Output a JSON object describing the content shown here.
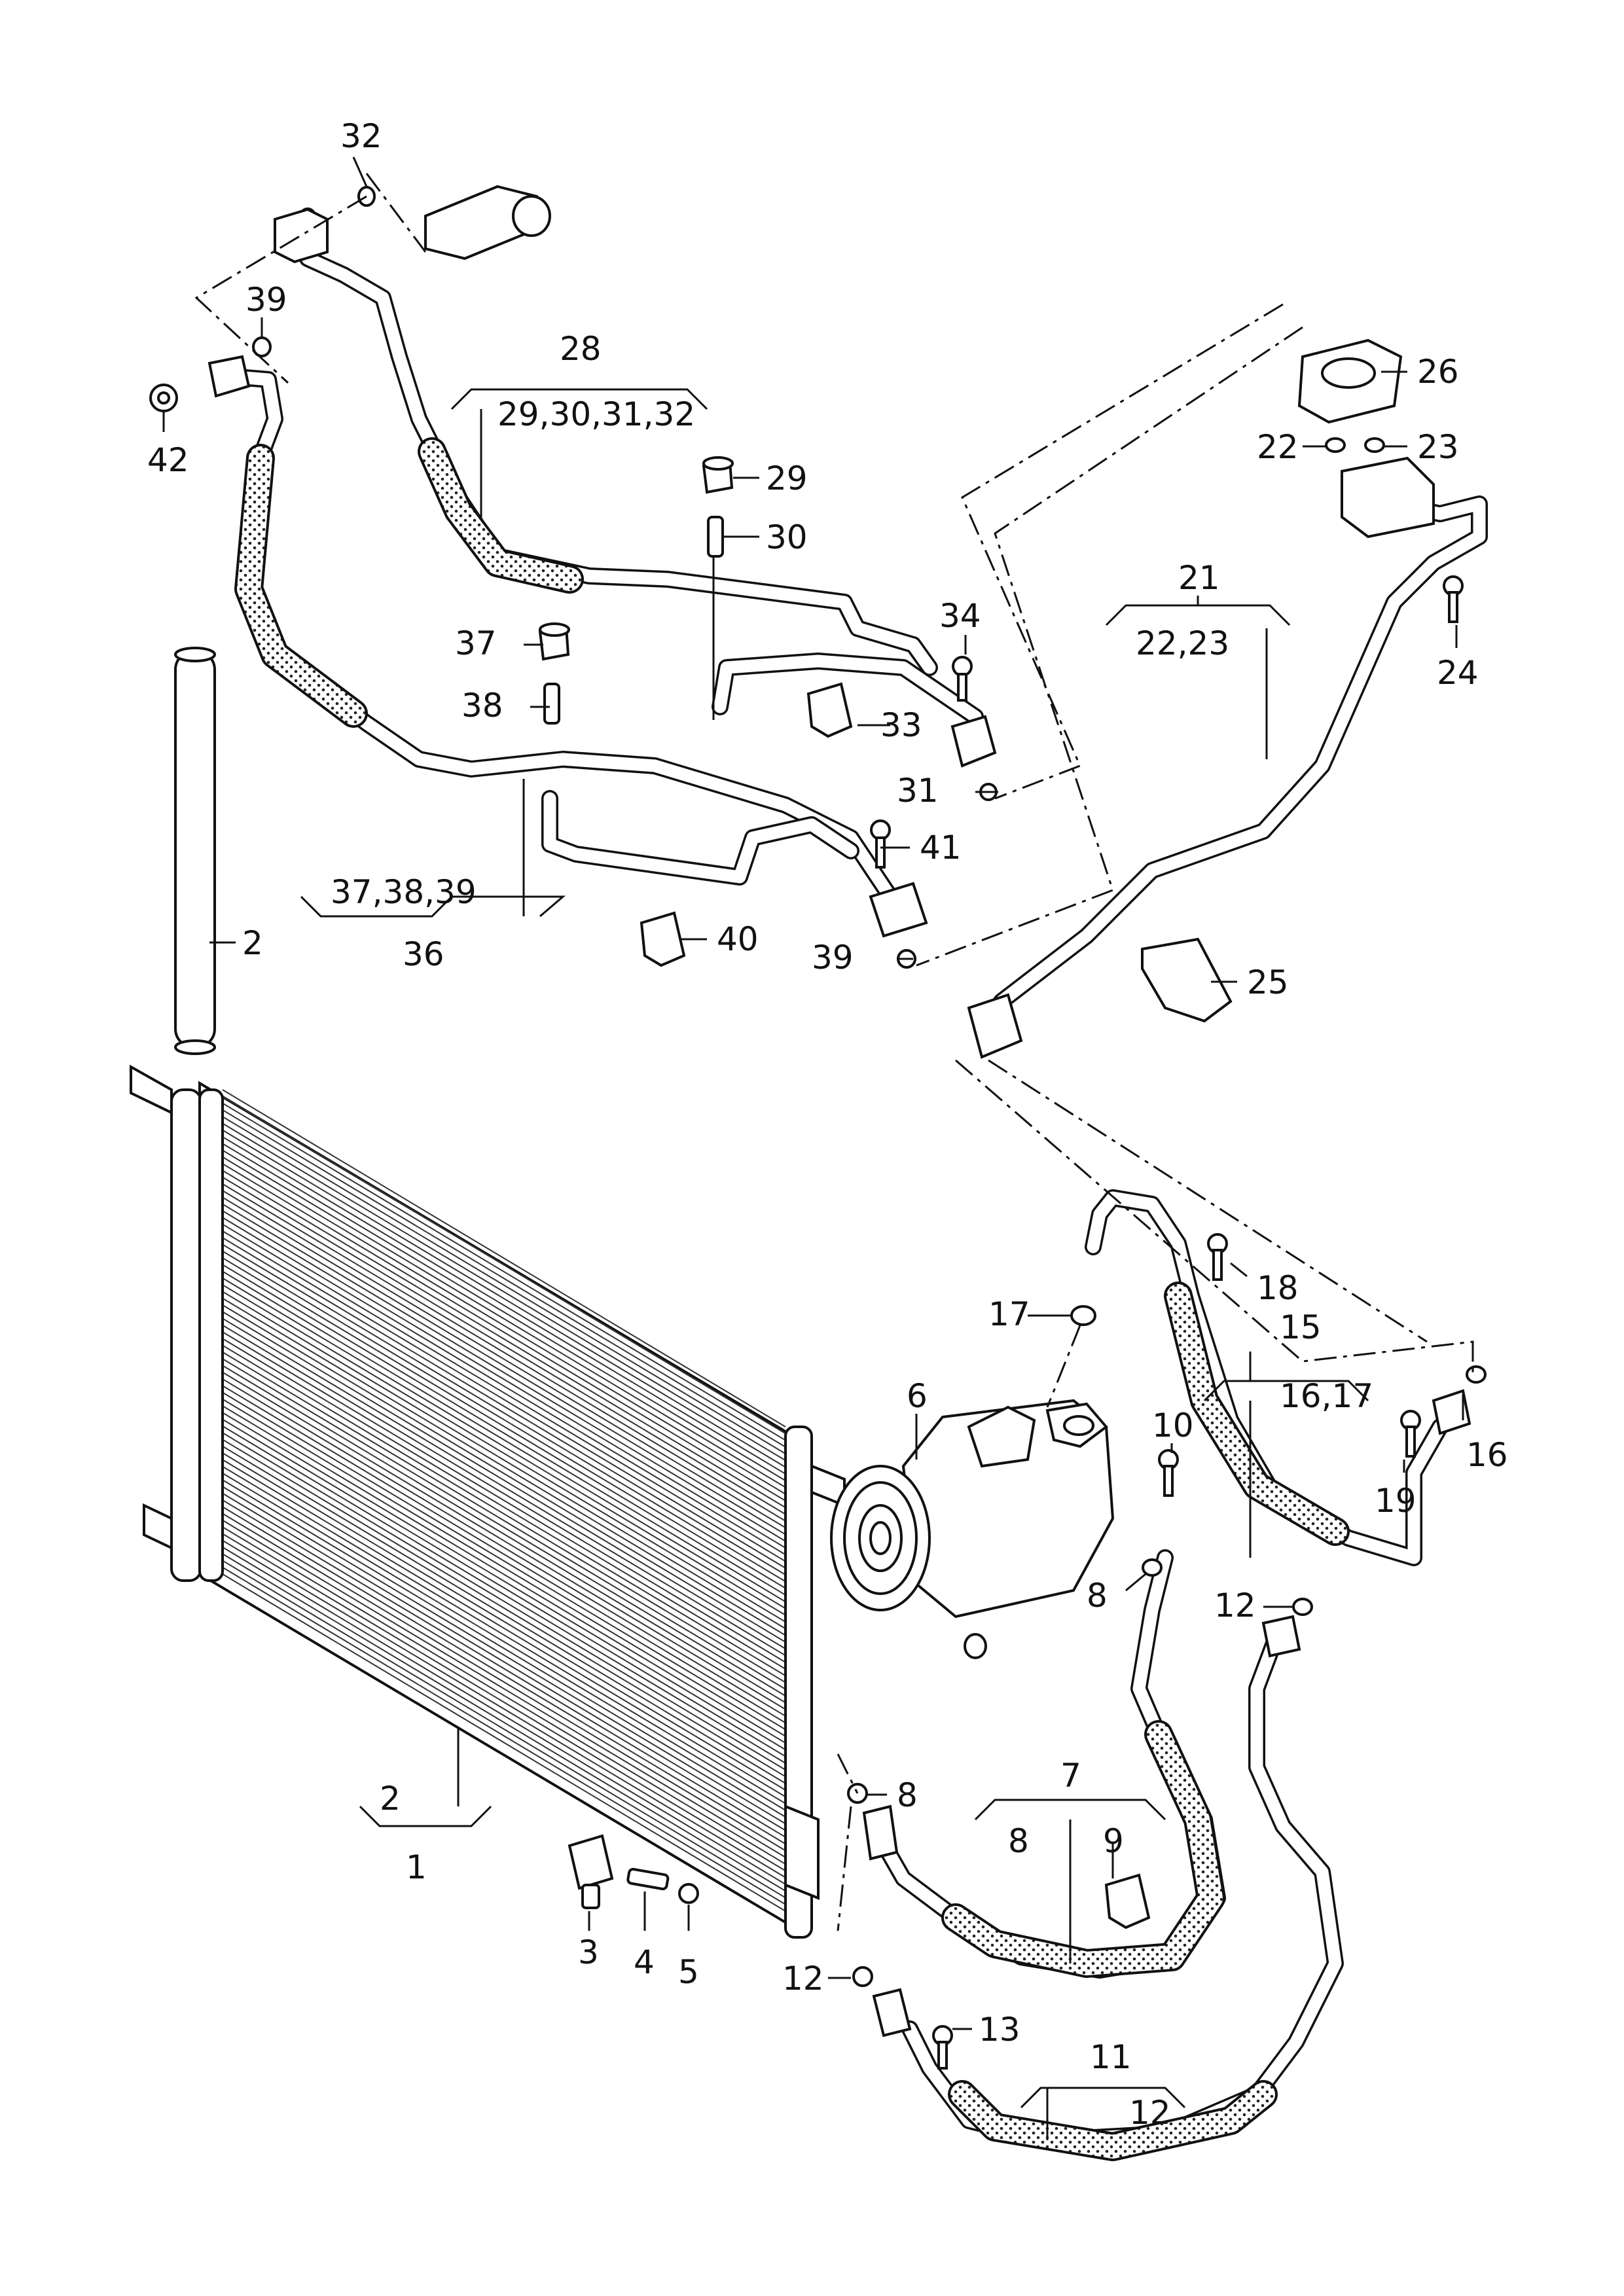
{
  "callouts": {
    "c1": "1",
    "c2a": "2",
    "c2b": "2",
    "c3": "3",
    "c4": "4",
    "c5": "5",
    "c6": "6",
    "c7": "7",
    "c8a": "8",
    "c8b": "8",
    "c8c": "8",
    "c9": "9",
    "c10": "10",
    "c11": "11",
    "c12a": "12",
    "c12b": "12",
    "c12c": "12",
    "c13": "13",
    "c15": "15",
    "c1617": "16,17",
    "c16": "16",
    "c17": "17",
    "c18": "18",
    "c19": "19",
    "c21": "21",
    "c2223": "22,23",
    "c22": "22",
    "c23": "23",
    "c24": "24",
    "c25": "25",
    "c26": "26",
    "c28": "28",
    "c29303132": "29,30,31,32",
    "c29": "29",
    "c30": "30",
    "c31": "31",
    "c32": "32",
    "c33": "33",
    "c34": "34",
    "c36": "36",
    "c373839": "37,38,39",
    "c37": "37",
    "c38": "38",
    "c39a": "39",
    "c39b": "39",
    "c40": "40",
    "c41": "41",
    "c42": "42"
  }
}
